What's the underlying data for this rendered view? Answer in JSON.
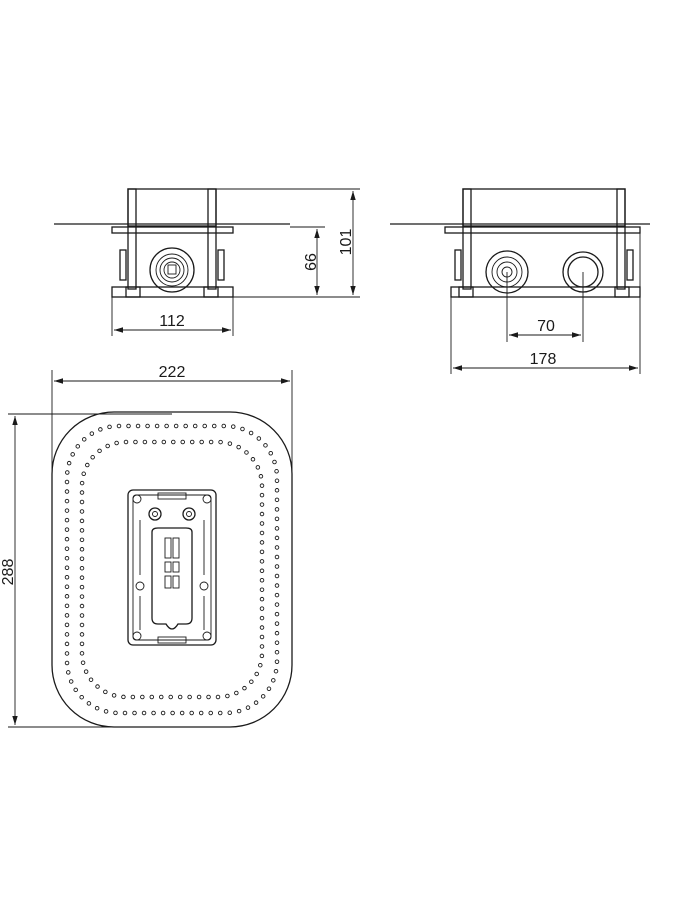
{
  "dimensions": {
    "front_width": "112",
    "front_depth_small": "66",
    "front_depth_total": "101",
    "side_inlet_spacing": "70",
    "side_width": "178",
    "plan_width": "222",
    "plan_height": "288"
  },
  "colors": {
    "line": "#1a1a1a",
    "background": "#ffffff"
  }
}
